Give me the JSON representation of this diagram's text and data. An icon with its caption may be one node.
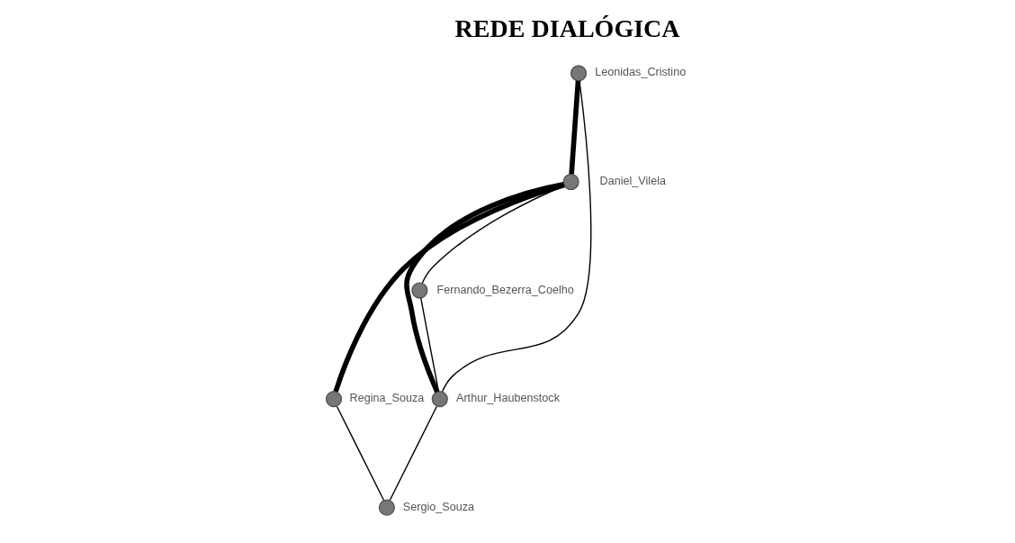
{
  "diagram": {
    "title": "REDE DIALÓGICA",
    "nodes": [
      {
        "text": [],
        "shape": "circle",
        "beside": [
          "Leonidas_Cristino"
        ]
      },
      {
        "text": [],
        "shape": "circle",
        "beside": [
          "Daniel_Vilela"
        ]
      },
      {
        "text": [],
        "shape": "circle",
        "beside": [
          "Fernando_Bezerra_Coelho"
        ]
      },
      {
        "text": [],
        "shape": "circle",
        "beside": [
          "Regina_Souza"
        ]
      },
      {
        "text": [],
        "shape": "circle",
        "beside": [
          "Arthur_Haubenstock"
        ]
      },
      {
        "text": [],
        "shape": "circle",
        "beside": [
          "Sergio_Souza"
        ]
      }
    ],
    "edges": [
      {
        "from": 0,
        "to": 1,
        "arrow": "none",
        "style": "thick"
      },
      {
        "from": 0,
        "to": 4,
        "arrow": "none"
      },
      {
        "from": 1,
        "to": 2,
        "arrow": "none"
      },
      {
        "from": 1,
        "to": 4,
        "arrow": "none",
        "style": "thick"
      },
      {
        "from": 1,
        "to": 3,
        "arrow": "none",
        "style": "thick"
      },
      {
        "from": 2,
        "to": 4,
        "arrow": "none"
      },
      {
        "from": 4,
        "to": 5,
        "arrow": "none"
      },
      {
        "from": 3,
        "to": 5,
        "arrow": "none"
      }
    ]
  }
}
